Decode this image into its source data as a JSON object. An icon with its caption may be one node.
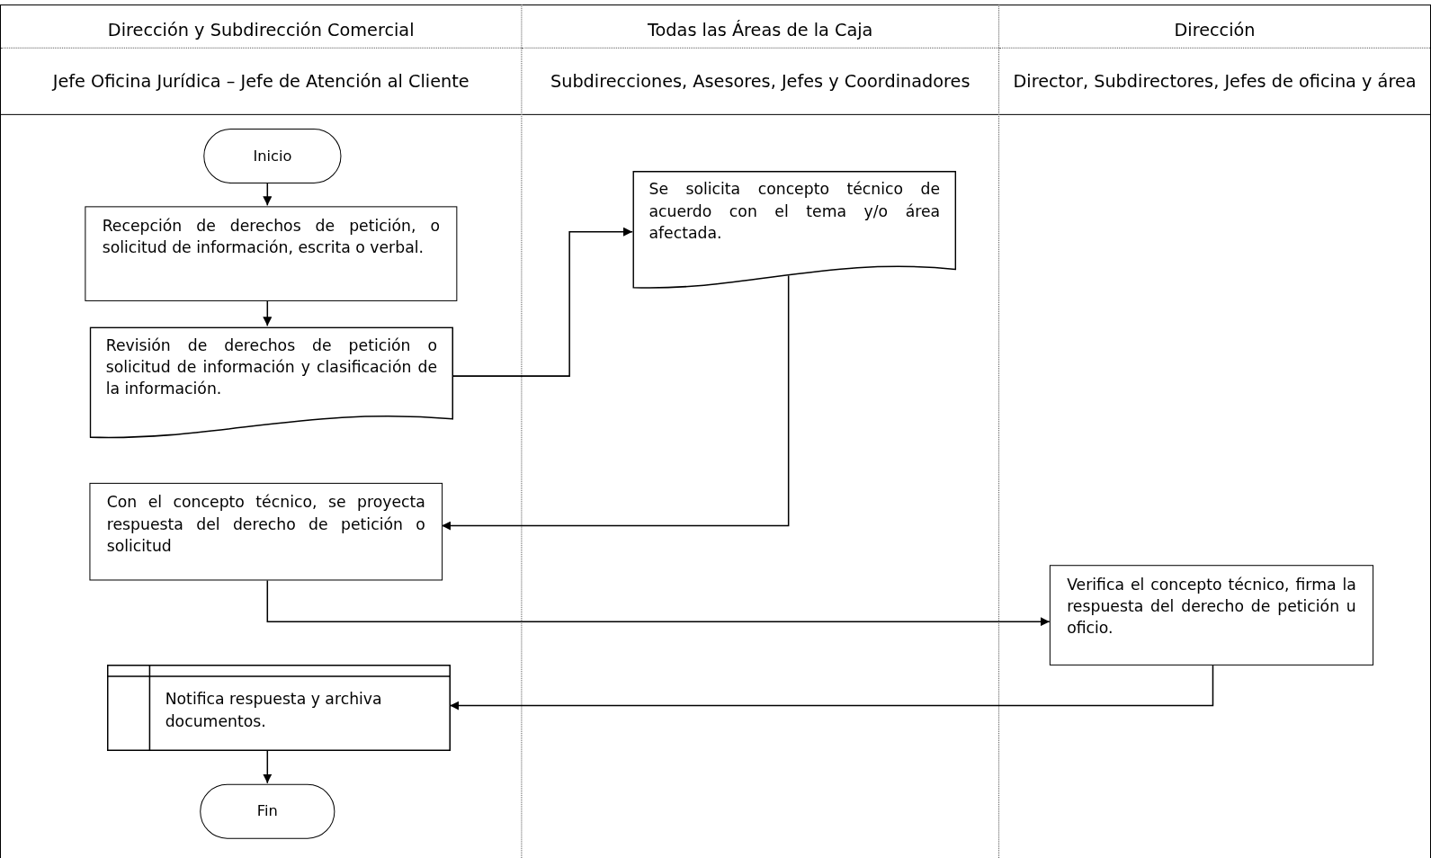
{
  "diagram": {
    "nodes": [
      {
        "text": [
          "Dirección y Subdirección Comercial",
          "Jefe Oficina Jurídica – Jefe de Atención al Cliente"
        ]
      },
      {
        "text": [
          "Todas las Áreas de la Caja",
          "Subdirecciones, Asesores, Jefes y Coordinadores"
        ]
      },
      {
        "text": [
          "Dirección",
          "Director, Subdirectores, Jefes de oficina y área"
        ]
      },
      {
        "text": [
          "Inicio"
        ],
        "in": 0
      },
      {
        "text": [
          "Recepción de derechos de petición, o solicitud de información, escrita o verbal."
        ],
        "in": 0
      },
      {
        "text": [
          "Revisión de derechos de petición o solicitud de información y clasificación de la información."
        ],
        "in": 0
      },
      {
        "text": [
          "Se solicita concepto técnico de acuerdo con el tema y/o área afectada."
        ],
        "in": 1
      },
      {
        "text": [
          "Con el concepto técnico, se proyecta respuesta del derecho de petición o solicitud"
        ],
        "in": 0
      },
      {
        "text": [
          "Verifica el concepto técnico, firma la respuesta del derecho de petición u oficio."
        ],
        "in": 2
      },
      {
        "text": [
          "Notifica respuesta y archiva documentos."
        ],
        "in": 0
      },
      {
        "text": [
          "Fin"
        ],
        "in": 0
      }
    ],
    "edges": [
      {
        "from": 3,
        "to": 4,
        "arrow": "to"
      },
      {
        "from": 4,
        "to": 5,
        "arrow": "to"
      },
      {
        "from": 5,
        "to": 6,
        "arrow": "to"
      },
      {
        "from": 6,
        "to": 7,
        "arrow": "to"
      },
      {
        "from": 7,
        "to": 8,
        "arrow": "to"
      },
      {
        "from": 8,
        "to": 9,
        "arrow": "to"
      },
      {
        "from": 9,
        "to": 10,
        "arrow": "to"
      }
    ]
  }
}
